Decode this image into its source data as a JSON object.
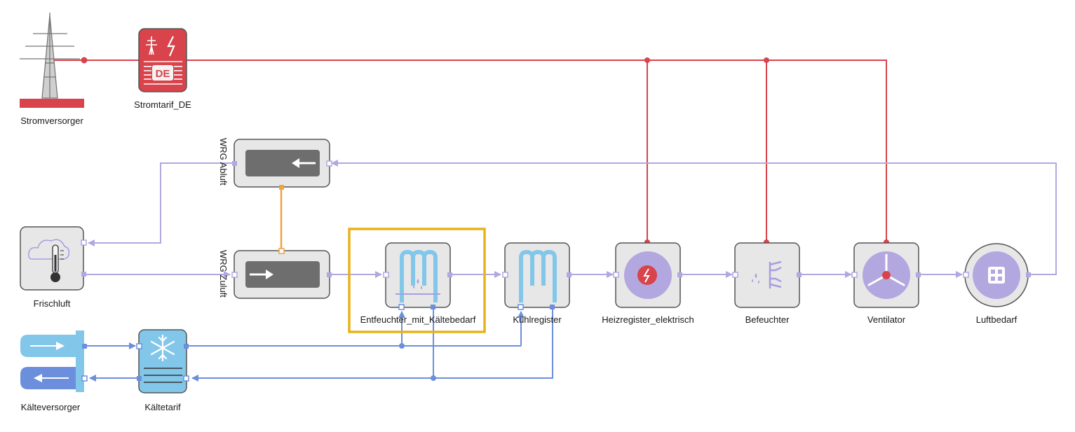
{
  "colors": {
    "electric": "#d9434b",
    "air": "#b3a7e0",
    "cooling": "#6b8fdc",
    "heat_recovery": "#f2a23c",
    "block_fill": "#e7e7e7",
    "block_stroke": "#555555",
    "selection": "#e8b21a",
    "coil": "#82c7ea"
  },
  "blocks": {
    "stromversorger": {
      "label": "Stromversorger",
      "icon": "power-pylon-icon"
    },
    "stromtarif": {
      "label": "Stromtarif_DE",
      "badge": "DE",
      "icon": "electric-tariff-icon"
    },
    "wrg_abluft": {
      "label": "WRG Abluft",
      "icon": "arrow-left-icon"
    },
    "wrg_zuluft": {
      "label": "WRG Zuluft",
      "icon": "arrow-right-icon"
    },
    "frischluft": {
      "label": "Frischluft",
      "icon": "cloud-thermometer-icon"
    },
    "entfeuchter": {
      "label": "Entfeuchter_mit_Kältebedarf",
      "icon": "dehumidifier-coil-icon",
      "selected": true
    },
    "kuehlregister": {
      "label": "Kühlregister",
      "icon": "cooling-coil-icon"
    },
    "heizregister": {
      "label": "Heizregister_elektrisch",
      "icon": "electric-heater-icon"
    },
    "befeuchter": {
      "label": "Befeuchter",
      "icon": "humidifier-icon"
    },
    "ventilator": {
      "label": "Ventilator",
      "icon": "fan-icon"
    },
    "luftbedarf": {
      "label": "Luftbedarf",
      "icon": "building-icon"
    },
    "kaelteversorger": {
      "label": "Kälteversorger",
      "icon": "cold-supply-icon"
    },
    "kaeltetarif": {
      "label": "Kältetarif",
      "icon": "snowflake-icon"
    }
  }
}
